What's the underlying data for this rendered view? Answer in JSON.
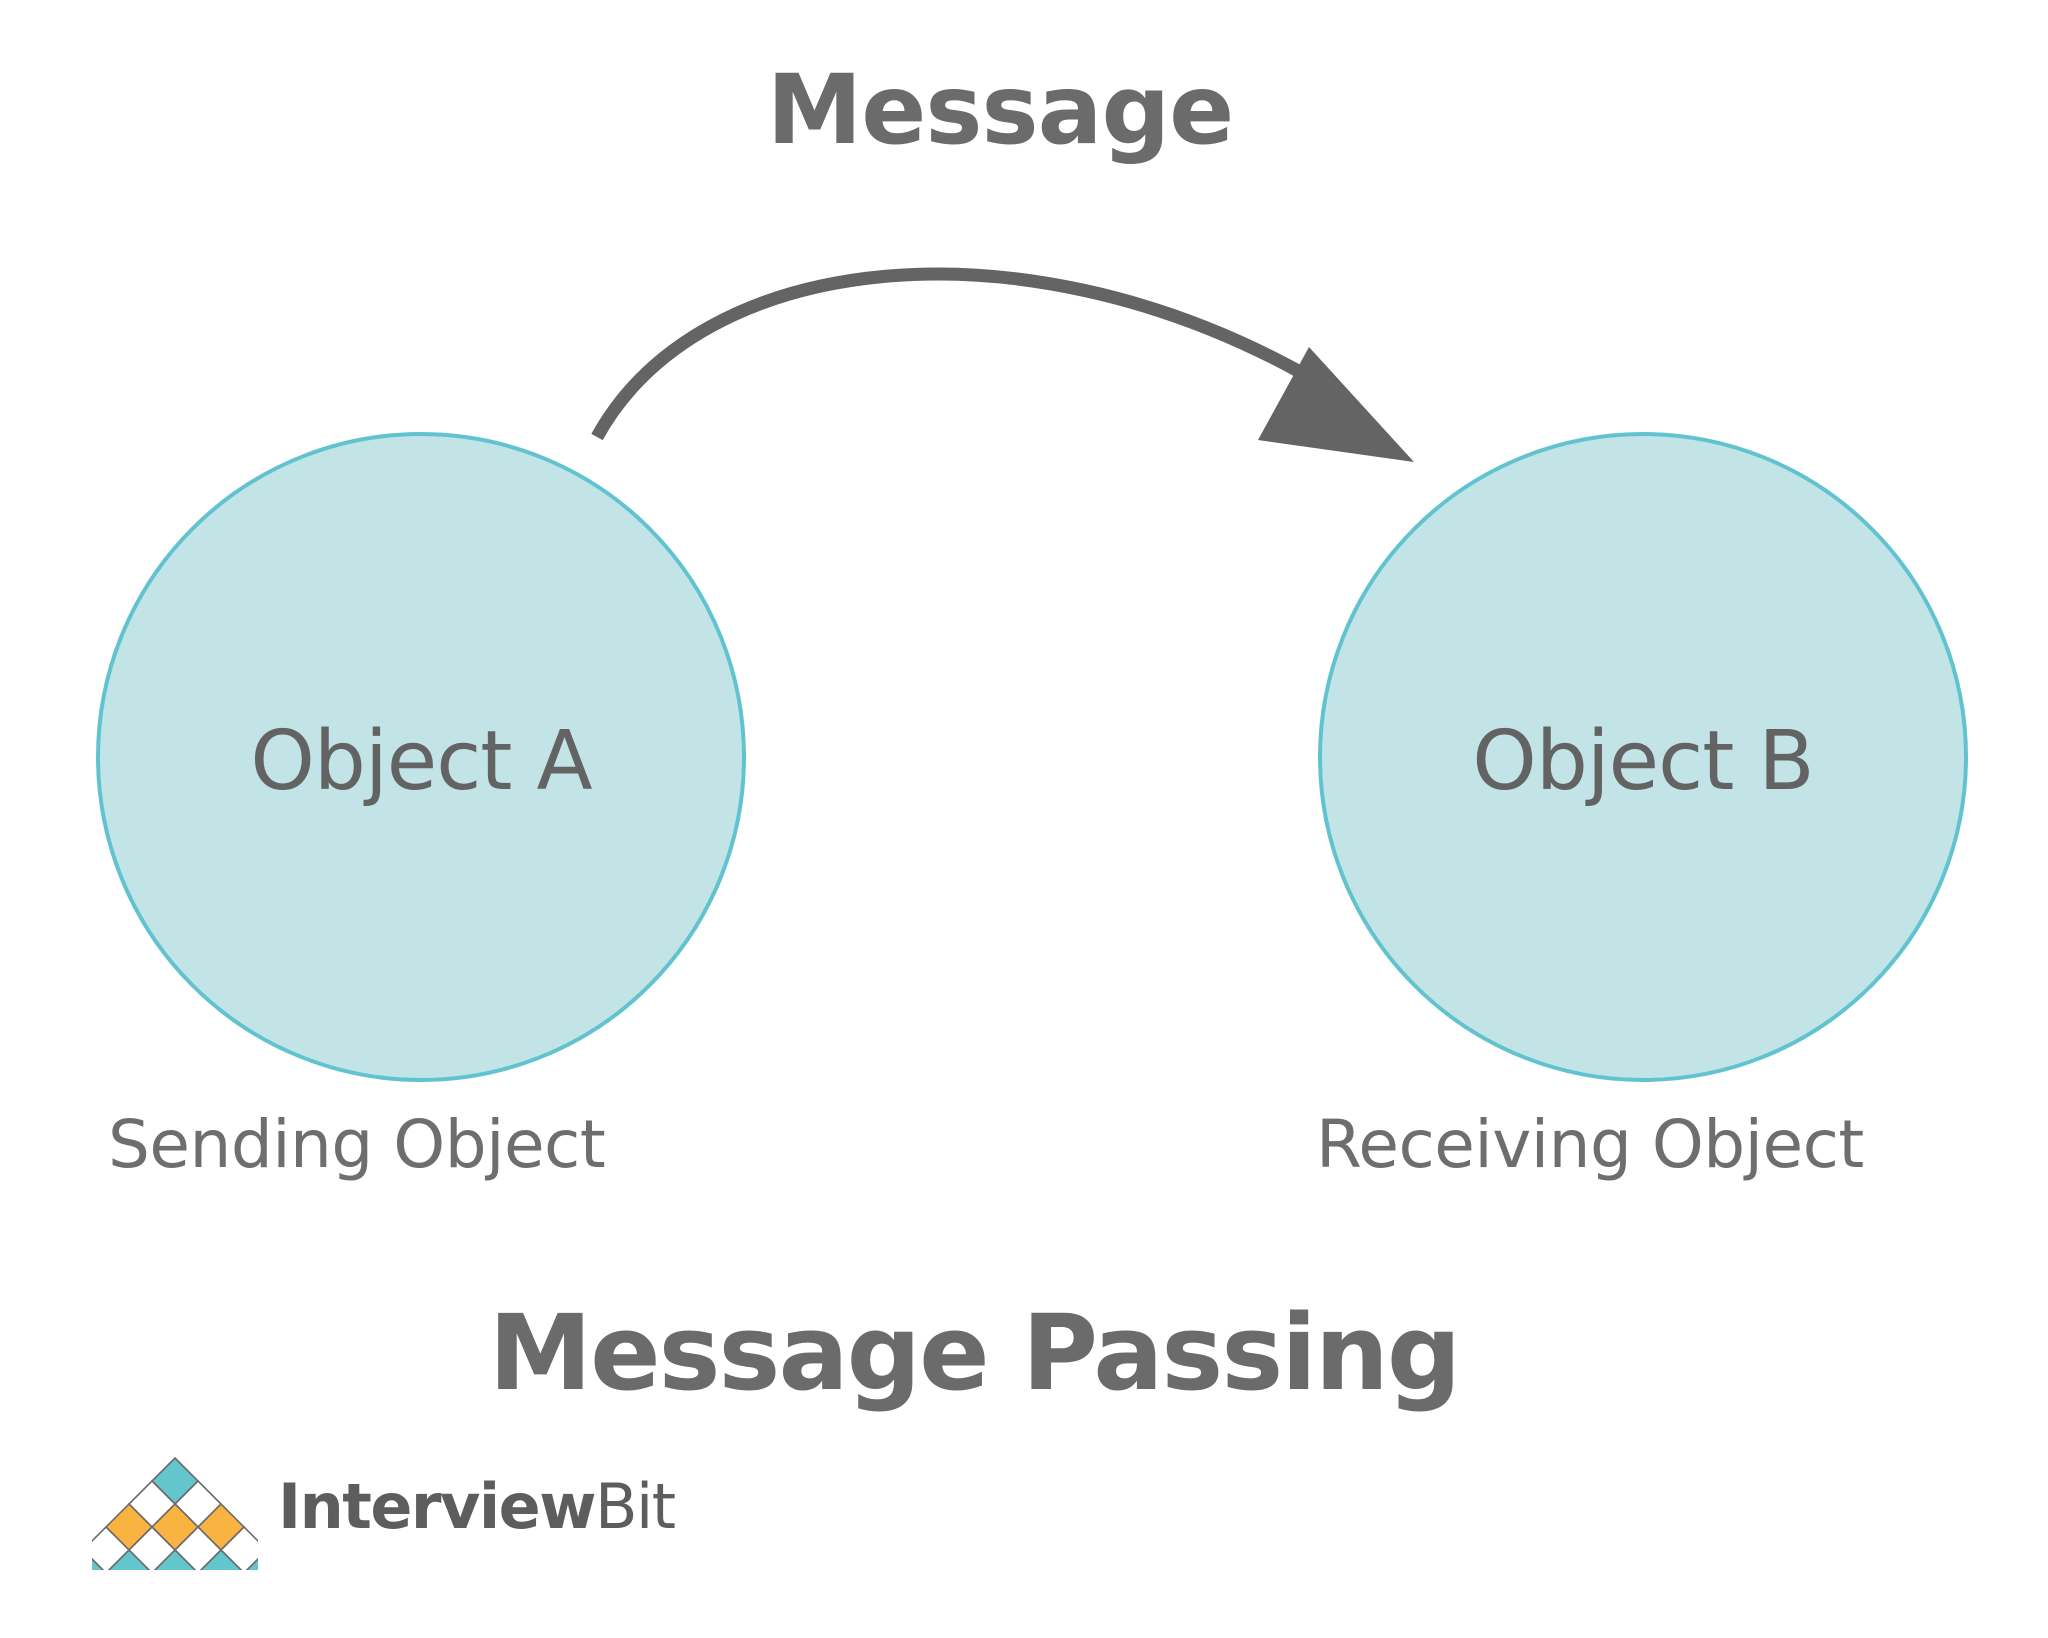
{
  "diagram": {
    "top_title": "Message",
    "main_heading": "Message Passing",
    "nodes": [
      {
        "id": "object-a",
        "label": "Object A",
        "caption": "Sending Object",
        "role": "sender"
      },
      {
        "id": "object-b",
        "label": "Object B",
        "caption": "Receiving Object",
        "role": "receiver"
      }
    ],
    "connector": {
      "label": "Message",
      "style": "curved-arrow",
      "direction": "object-a -> object-b",
      "icon": "curved-arrow-icon"
    }
  },
  "logo": {
    "icon": "interviewbit-pyramid-logo-icon",
    "word_bold": "Interview",
    "word_light": "Bit",
    "pyramid_rows": [
      [
        "teal"
      ],
      [
        "white",
        "white"
      ],
      [
        "orange",
        "orange",
        "orange"
      ],
      [
        "white",
        "white",
        "white",
        "white"
      ],
      [
        "teal",
        "teal",
        "teal",
        "teal",
        "teal"
      ]
    ]
  },
  "colors": {
    "background": "#ffffff",
    "node_fill": "#c2e4e6",
    "node_stroke": "#62c3d0",
    "text_gray": "#6b6b6b",
    "arrow_gray": "#646464",
    "logo_teal": "#63c6cd",
    "logo_orange": "#f9b341",
    "logo_white": "#ffffff",
    "logo_outline": "#6b6b6b",
    "logo_text": "#5d5d5d"
  }
}
